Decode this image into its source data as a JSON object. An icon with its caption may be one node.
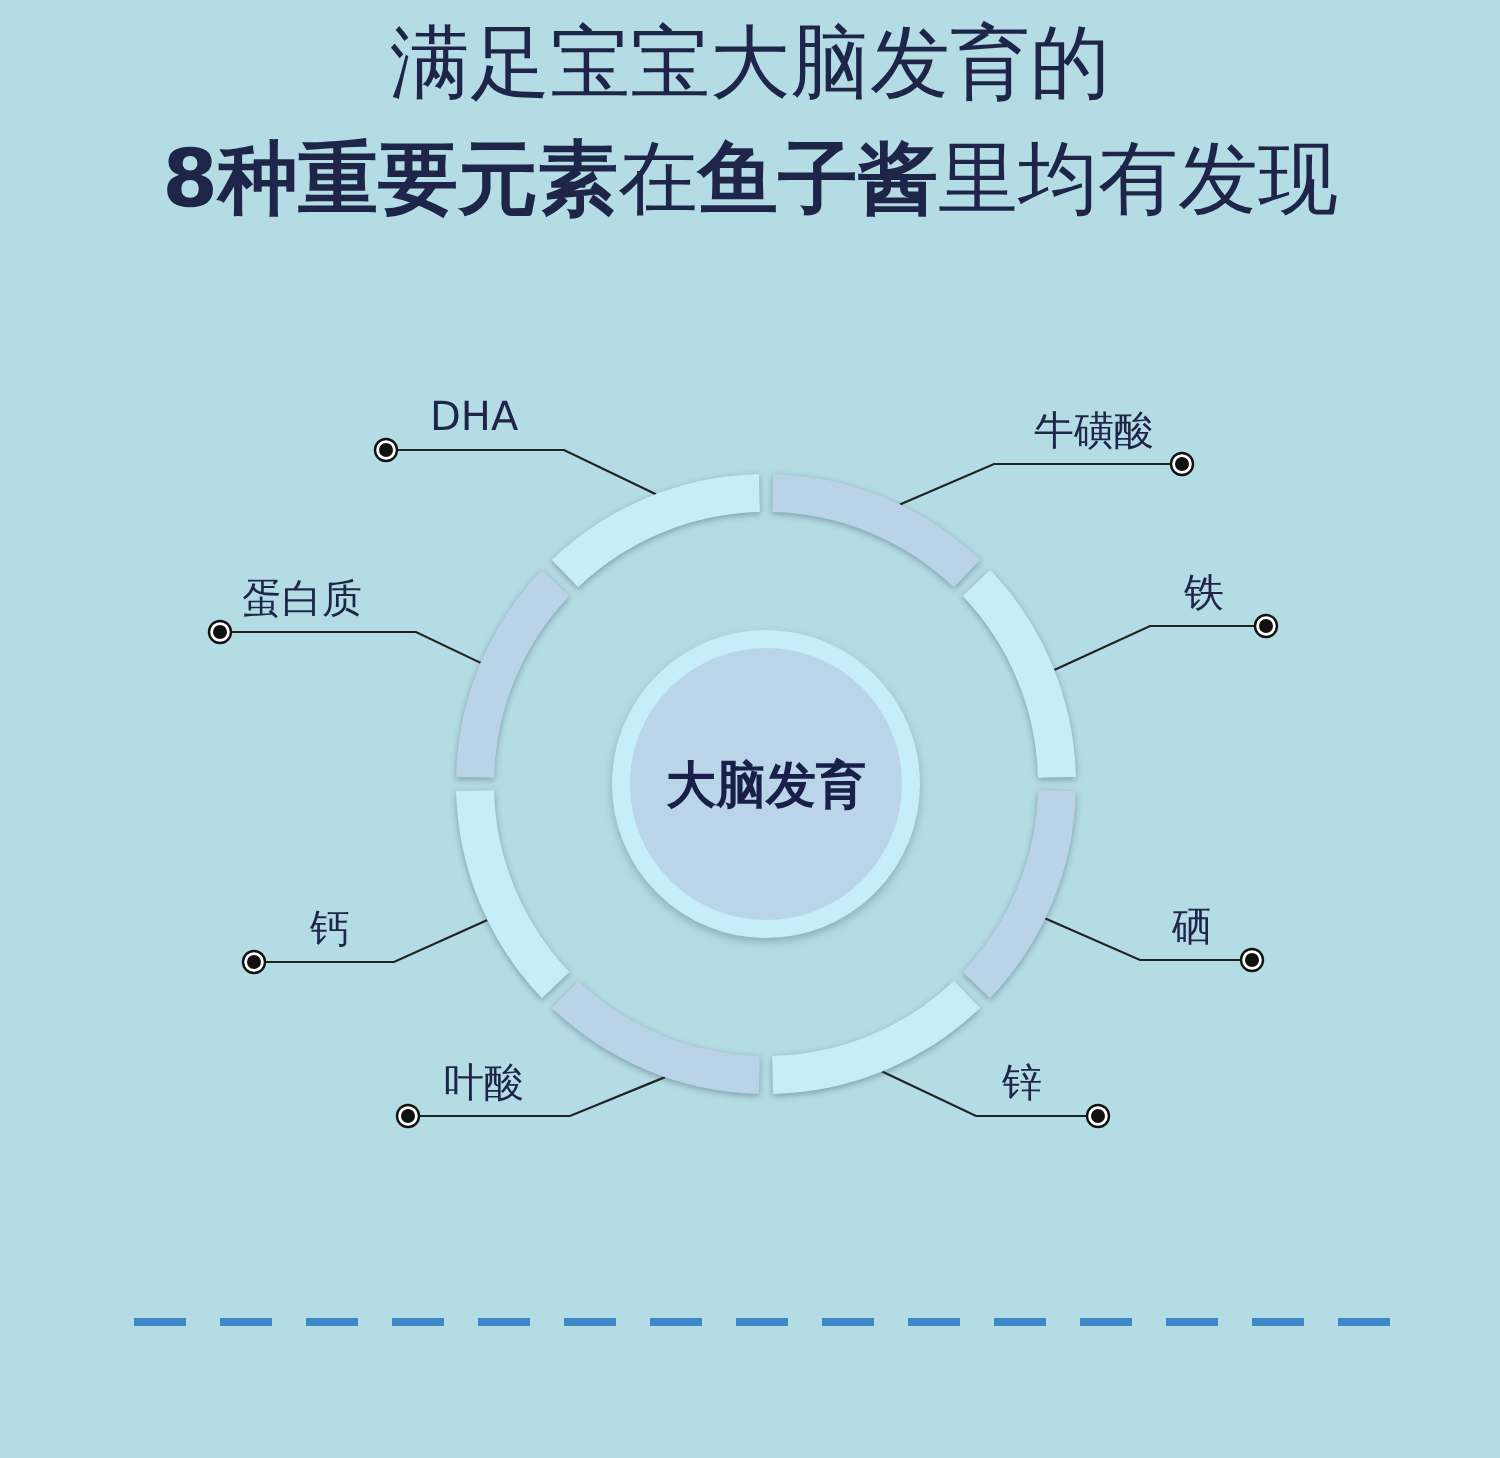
{
  "diagram": {
    "title": "满足宝宝大脑发育的",
    "nodes": [
      {
        "text": [
          "DHA"
        ]
      },
      {
        "text": [
          "牛磺酸"
        ]
      },
      {
        "text": [
          "蛋白质"
        ]
      },
      {
        "text": [
          "铁"
        ]
      },
      {
        "text": [
          "钙"
        ]
      },
      {
        "text": [
          "硒"
        ]
      },
      {
        "text": [
          "叶酸"
        ]
      },
      {
        "text": [
          "锌"
        ]
      },
      {
        "text": [
          "大脑发育"
        ]
      },
      {
        "text": [],
        "shape": "arc"
      },
      {
        "text": [],
        "shape": "arc"
      },
      {
        "text": [],
        "shape": "arc"
      },
      {
        "text": [],
        "shape": "arc"
      },
      {
        "text": [],
        "shape": "arc"
      },
      {
        "text": [],
        "shape": "arc"
      },
      {
        "text": [],
        "shape": "arc"
      },
      {
        "text": [],
        "shape": "arc"
      }
    ],
    "edges": [
      {
        "from": 0,
        "to": 9,
        "arrow": "other"
      },
      {
        "from": 1,
        "to": 10,
        "arrow": "other"
      },
      {
        "from": 2,
        "to": 11,
        "arrow": "other"
      },
      {
        "from": 3,
        "to": 12,
        "arrow": "other"
      },
      {
        "from": 4,
        "to": 13,
        "arrow": "other"
      },
      {
        "from": 5,
        "to": 14,
        "arrow": "other"
      },
      {
        "from": 6,
        "to": 15,
        "arrow": "other"
      },
      {
        "from": 7,
        "to": 16,
        "arrow": "other"
      }
    ],
    "labels": [
      "**8种重要元素**在**鱼子酱**里均有发现"
    ]
  }
}
